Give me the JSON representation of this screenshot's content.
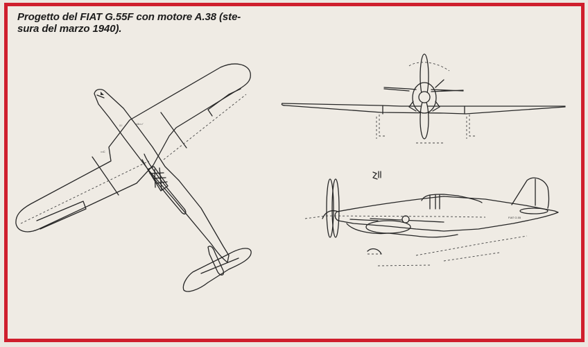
{
  "caption": {
    "line1": "Progetto del FIAT G.55F con motore A.38 (ste-",
    "line2": "sura del marzo 1940)."
  },
  "drawings": {
    "top_view": {
      "label": "plan-view"
    },
    "front_view": {
      "label": "front-view"
    },
    "side_view": {
      "label": "side-view",
      "fuselage_marking": "FIAT G.55"
    }
  },
  "colors": {
    "frame_border": "#cf1f2d",
    "paper": "#efebe4",
    "outer_margin": "#cfcbc6",
    "ink": "#262626"
  }
}
